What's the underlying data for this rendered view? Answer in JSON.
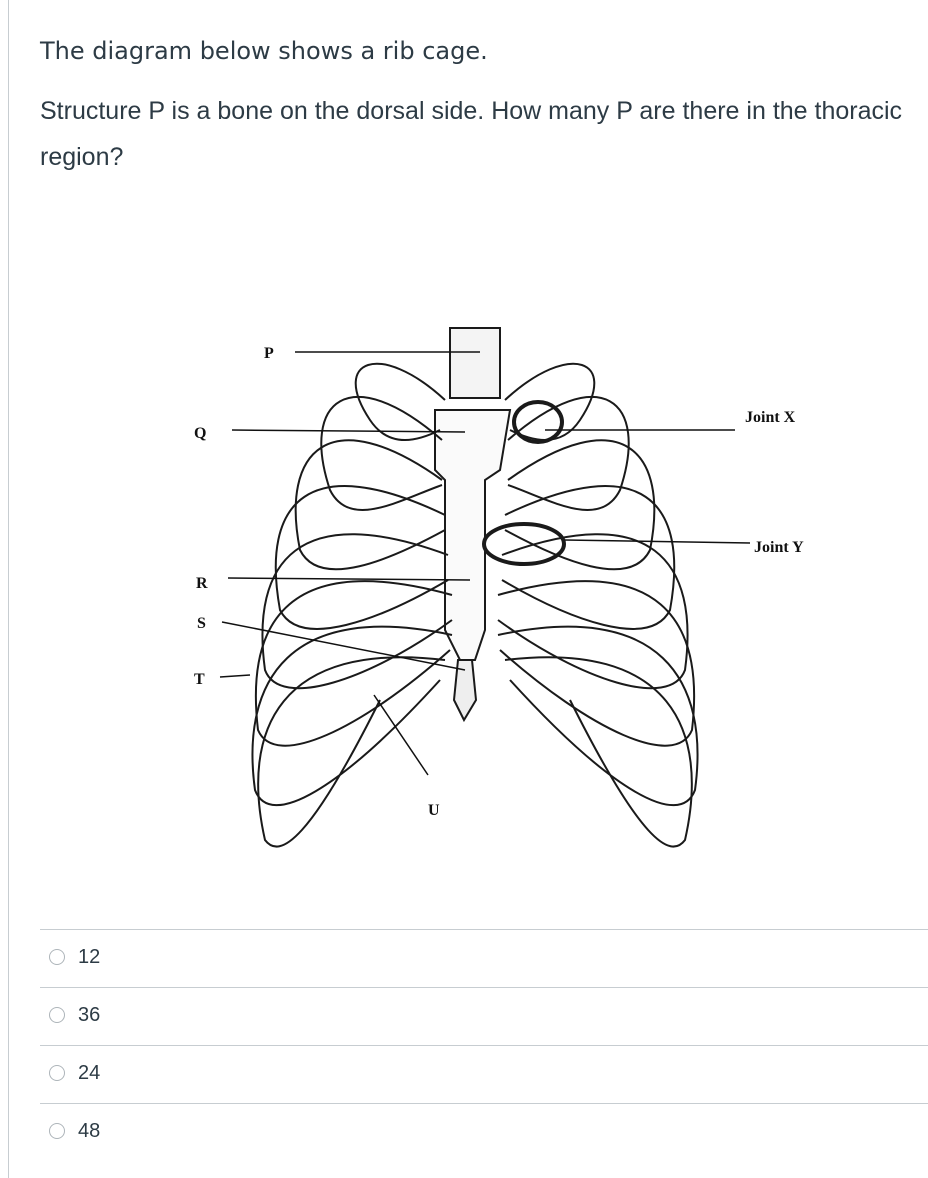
{
  "question": {
    "intro": "The diagram below shows a rib cage.",
    "prompt": "Structure P is a bone on the dorsal side. How many P are there in the thoracic region?"
  },
  "diagram": {
    "labels": {
      "p": "P",
      "q": "Q",
      "r": "R",
      "s": "S",
      "t": "T",
      "u": "U",
      "joint_x": "Joint X",
      "joint_y": "Joint Y"
    }
  },
  "answers": [
    {
      "label": "12"
    },
    {
      "label": "36"
    },
    {
      "label": "24"
    },
    {
      "label": "48"
    }
  ]
}
